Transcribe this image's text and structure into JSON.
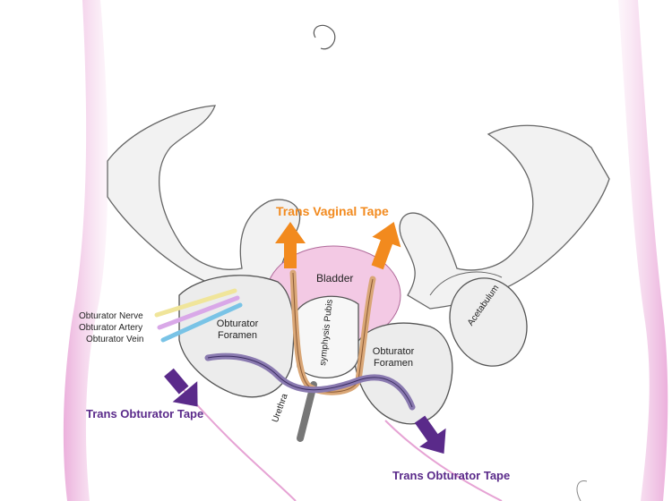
{
  "labels": {
    "trans_vaginal_tape": "Trans Vaginal Tape",
    "bladder": "Bladder",
    "symphysis_pubis": "symphysis Pubis",
    "urethra": "Urethra",
    "obturator_foramen_left": "Obturator Foramen",
    "obturator_foramen_right": "Obturator Foramen",
    "acetabulum": "Acetabulum",
    "obturator_nerve": "Obturator Nerve",
    "obturator_artery": "Obturator Artery",
    "obturator_vein": "Obturator Vein",
    "trans_obturator_tape_left": "Trans Obturator Tape",
    "trans_obturator_tape_right": "Trans Obturator Tape"
  },
  "colors": {
    "tvt_arrow": "#f28a1e",
    "tot_arrow": "#5a2a8a",
    "bladder": "#f3c9e4",
    "body_outline": "#e8a6d8",
    "tape_tan": "#d9a676",
    "tape_purple": "#8a7ab0",
    "nerve": "#f0e59a",
    "artery": "#d9a8e8",
    "vein": "#79c3e6"
  }
}
